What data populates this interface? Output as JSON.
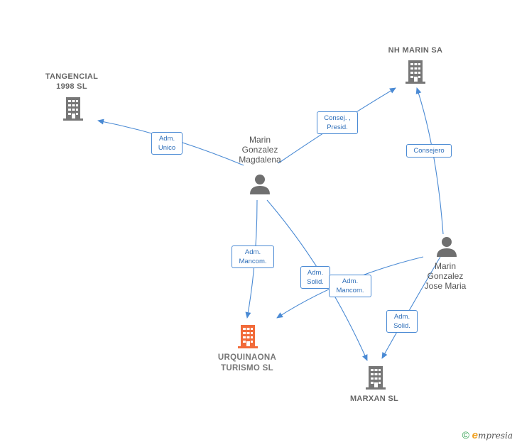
{
  "nodes": {
    "tangencial": {
      "label_line1": "TANGENCIAL",
      "label_line2": "1998 SL"
    },
    "nh_marin": {
      "label": "NH MARIN SA"
    },
    "magdalena": {
      "line1": "Marin",
      "line2": "Gonzalez",
      "line3": "Magdalena"
    },
    "jose_maria": {
      "line1": "Marin",
      "line2": "Gonzalez",
      "line3": "Jose Maria"
    },
    "urquinaona": {
      "label_line1": "URQUINAONA",
      "label_line2": "TURISMO  SL"
    },
    "marxan": {
      "label": "MARXAN  SL"
    }
  },
  "edges": {
    "adm_unico": "Adm.\nUnico",
    "consej_presid": "Consej. ,\nPresid.",
    "consejero": "Consejero",
    "adm_mancom_1": "Adm.\nMancom.",
    "adm_solid_1": "Adm.\nSolid.",
    "adm_mancom_2": "Adm.\nMancom.",
    "adm_solid_2": "Adm.\nSolid."
  },
  "footer": {
    "copyright": "©",
    "brand_initial": "e",
    "brand_rest": "mpresia"
  },
  "colors": {
    "edge": "#4a8ad4",
    "company": "#777777",
    "highlight_company": "#f26b3a",
    "person": "#6f6f6f"
  }
}
